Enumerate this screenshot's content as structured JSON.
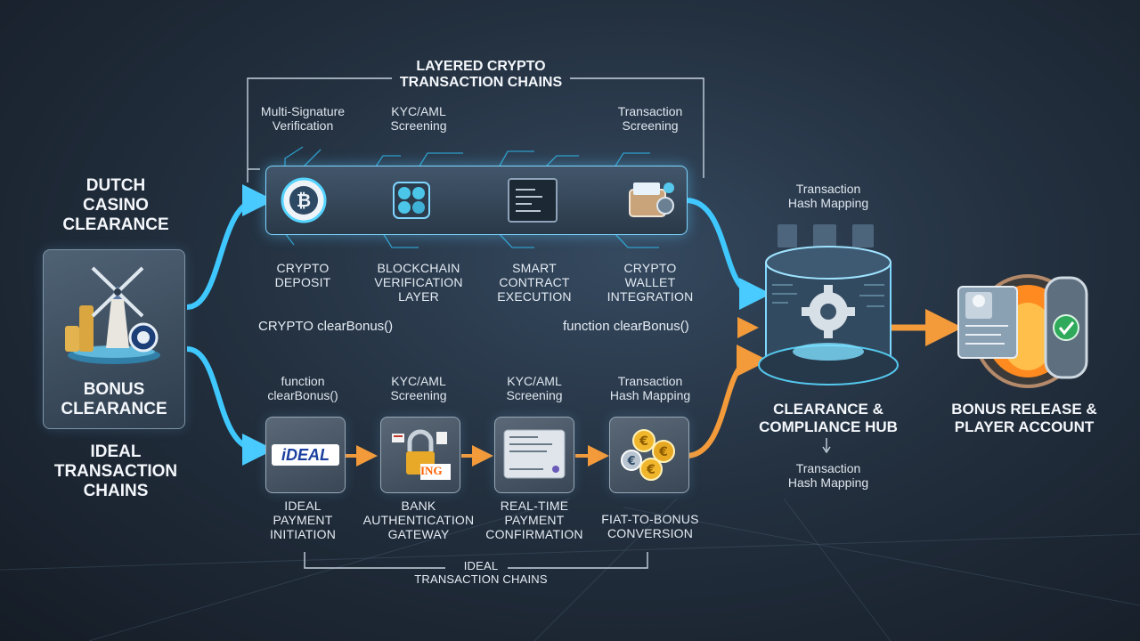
{
  "diagram": {
    "top_bracket": "LAYERED CRYPTO\nTRANSACTION CHAINS",
    "bottom_bracket": "iDEAL\nTRANSACTION CHAINS",
    "left_title": "DUTCH\nCASINO\nCLEARANCE",
    "left_box_label": "BONUS\nCLEARANCE",
    "left_bottom_title": "iDEAL\nTRANSACTION\nCHAINS",
    "crypto_top_labels": [
      "Multi-Signature\nVerification",
      "KYC/AML\nScreening",
      "Transaction\nScreening"
    ],
    "crypto_nodes": [
      "CRYPTO\nDEPOSIT",
      "BLOCKCHAIN\nVERIFICATION\nLAYER",
      "SMART\nCONTRACT\nEXECUTION",
      "CRYPTO\nWALLET\nINTEGRATION"
    ],
    "fiat_top_labels": [
      "function\nclearBonus()",
      "KYC/AML\nScreening",
      "KYC/AML\nScreening",
      "Transaction\nHash Mapping"
    ],
    "fiat_nodes": [
      "iDEAL\nPAYMENT\nINITIATION",
      "BANK\nAUTHENTICATION\nGATEWAY",
      "REAL-TIME\nPAYMENT\nCONFIRMATION",
      "FIAT-TO-BONUS\nCONVERSION"
    ],
    "center_line_left": "CRYPTO clearBonus()",
    "center_line_right": "function clearBonus()",
    "hub_top_label": "Transaction\nHash Mapping",
    "hub_title": "CLEARANCE &\nCOMPLIANCE HUB",
    "hub_bottom_label": "Transaction\nHash Mapping",
    "release_title": "BONUS RELEASE &\nPLAYER ACCOUNT",
    "ideal_logo_text": "iDEAL",
    "ing_logo_text": "ING"
  },
  "colors": {
    "crypto_flow": "#3fc8ff",
    "fiat_flow": "#f39a3a",
    "ideal_blue": "#1a3f9e",
    "ideal_pink": "#cc0066"
  },
  "icons": [
    "bitcoin-icon",
    "chip-icon",
    "contract-icon",
    "wallet-icon",
    "ideal-logo-icon",
    "padlock-icon",
    "receipt-icon",
    "euro-coins-icon",
    "gear-icon",
    "vault-icon",
    "windmill-icon"
  ]
}
